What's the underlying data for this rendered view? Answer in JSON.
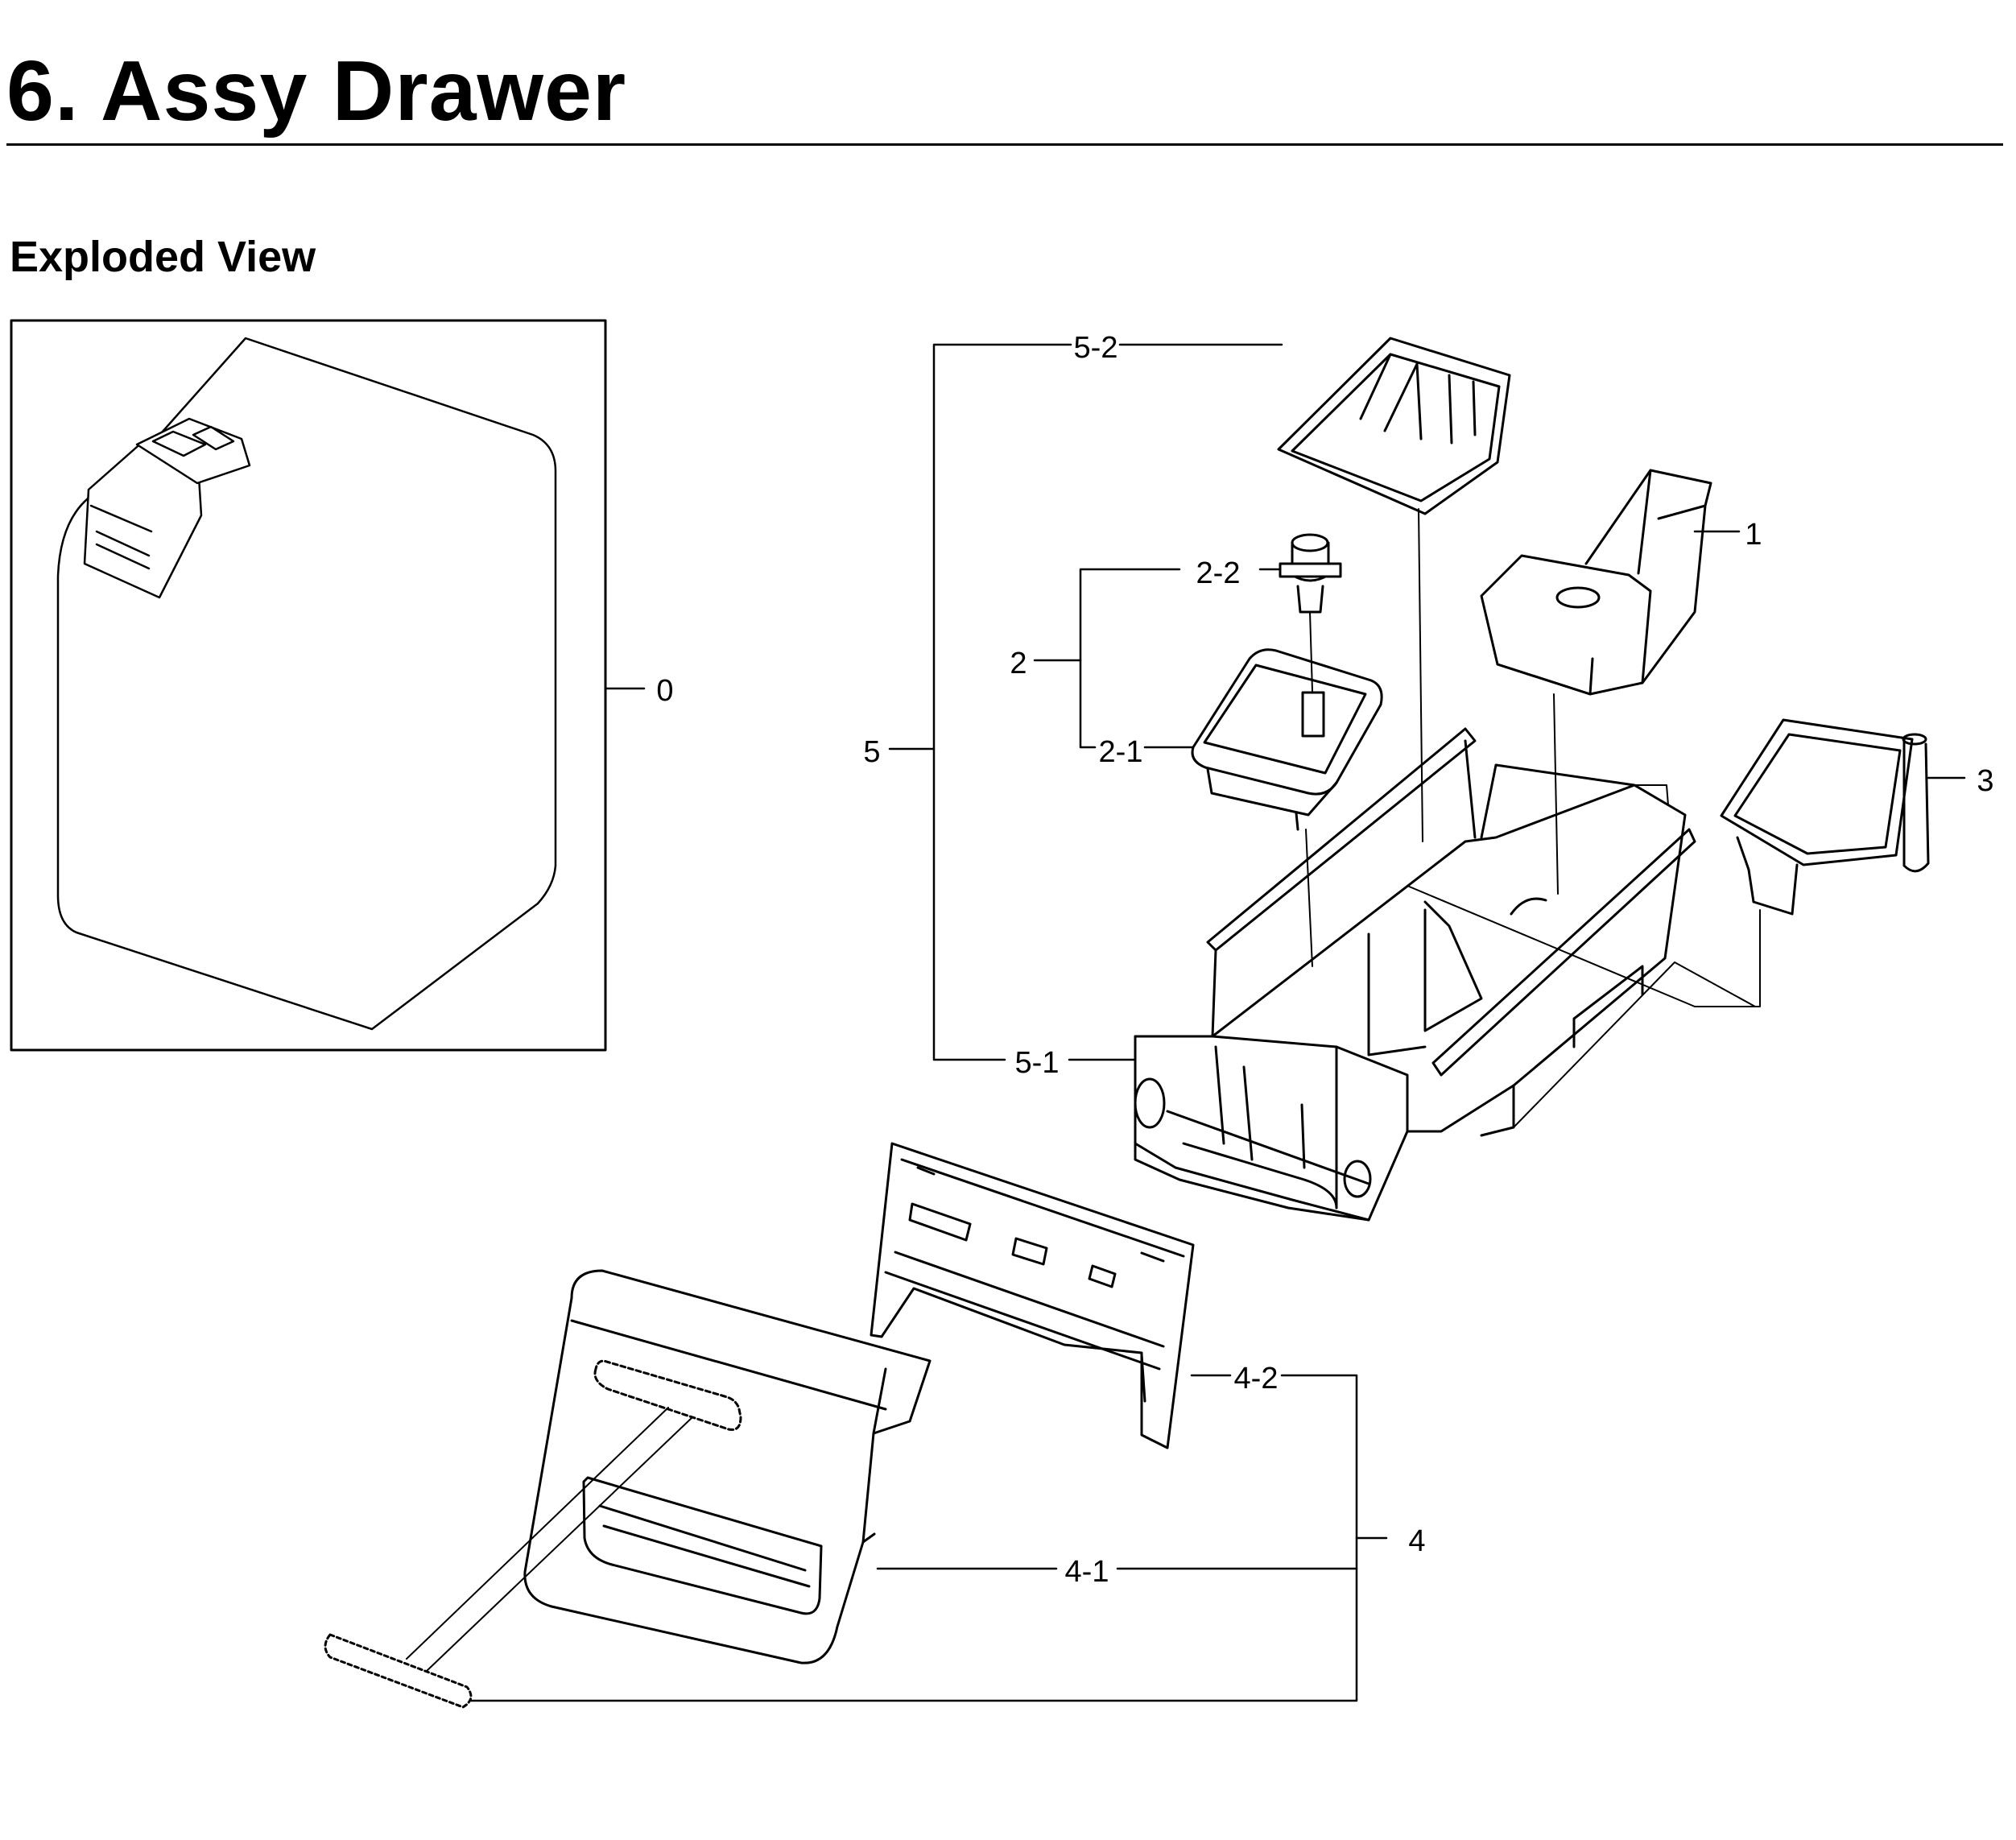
{
  "header": {
    "title": "6.  Assy Drawer",
    "subtitle": "Exploded View"
  },
  "callouts": {
    "c0": "0",
    "c1": "1",
    "c2": "2",
    "c2_1": "2-1",
    "c2_2": "2-2",
    "c3": "3",
    "c4": "4",
    "c4_1": "4-1",
    "c4_2": "4-2",
    "c5": "5",
    "c5_1": "5-1",
    "c5_2": "5-2"
  },
  "colors": {
    "line": "#000000",
    "part_fill": "#ffffff",
    "shade": "#d9d9d9"
  }
}
